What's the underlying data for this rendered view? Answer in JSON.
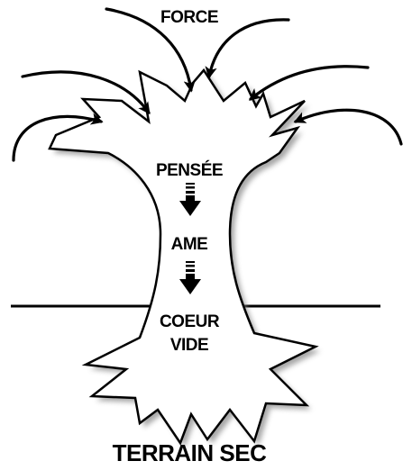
{
  "labels": {
    "force": "FORCE",
    "pensee": "PENSÉE",
    "ame": "AME",
    "coeur": "COEUR",
    "vide": "VIDE",
    "terrain": "TERRAIN SEC"
  },
  "icons": [
    "curved-arrow-icon",
    "down-arrow-icon",
    "tree-shape",
    "ground-line"
  ],
  "colors": {
    "ink": "#000000",
    "tree_fill": "#ffffff",
    "shadow": "#8a8a8a"
  }
}
